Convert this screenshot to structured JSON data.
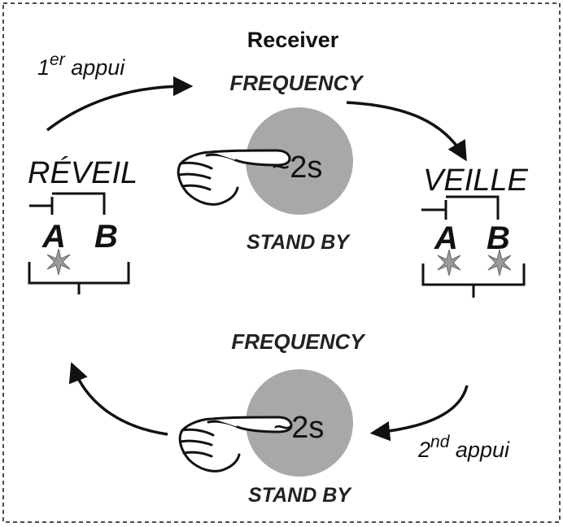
{
  "title": "Receiver",
  "top": {
    "frequency_label": "FREQUENCY",
    "standby_label": "STAND BY",
    "duration": "~2s"
  },
  "bottom": {
    "frequency_label": "FREQUENCY",
    "standby_label": "STAND BY",
    "duration": "~2s"
  },
  "press_first": {
    "num": "1",
    "sup": "er",
    "word": "appui"
  },
  "press_second": {
    "num": "2",
    "sup": "nd",
    "word": "appui"
  },
  "states": {
    "left": {
      "label": "RÉVEIL",
      "a": "A",
      "b": "B"
    },
    "right": {
      "label": "VEILLE",
      "a": "A",
      "b": "B"
    }
  },
  "colors": {
    "button_fill": "#a8a8a8",
    "led_fill": "#9a9a9a",
    "line": "#111111"
  }
}
